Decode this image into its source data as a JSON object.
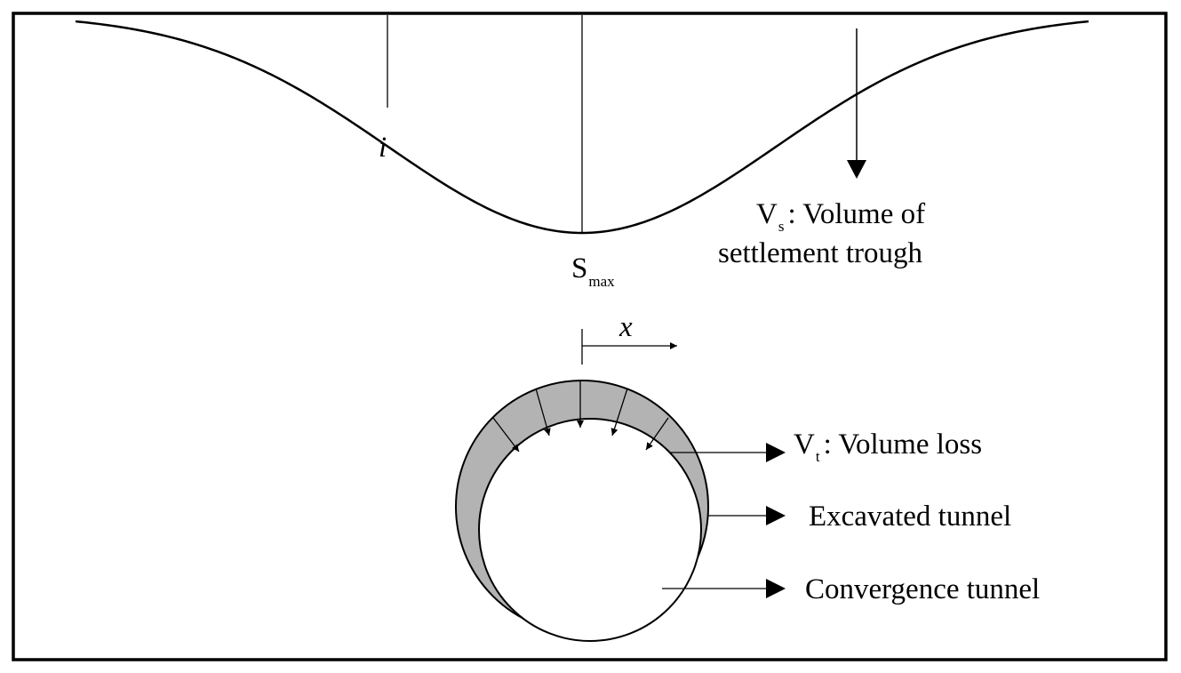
{
  "colors": {
    "line": "#000000",
    "volume_loss_fill": "#b3b3b3",
    "background": "#ffffff"
  },
  "labels": {
    "inflection": {
      "text": "i"
    },
    "smax": {
      "main": "S",
      "sub": "max"
    },
    "x_axis": {
      "text": "x"
    },
    "vs": {
      "main": "V",
      "sub": "s",
      "rest": ": Volume of",
      "line2": "settlement trough"
    },
    "vt": {
      "main": "V",
      "sub": "t",
      "rest": ": Volume loss"
    },
    "excavated": {
      "text": "Excavated tunnel"
    },
    "convergence": {
      "text": "Convergence tunnel"
    }
  }
}
